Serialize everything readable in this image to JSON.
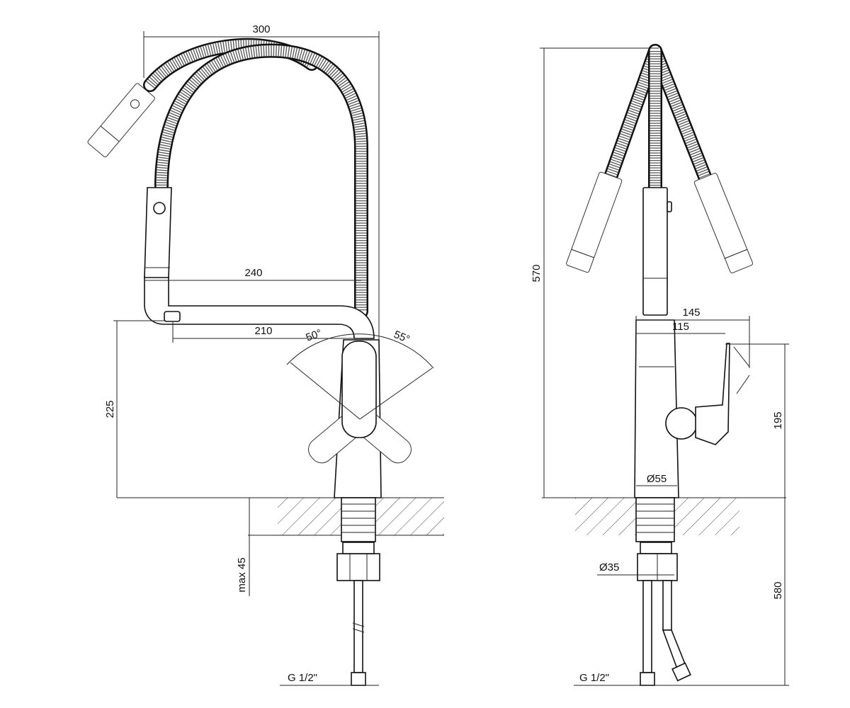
{
  "front_view": {
    "dimensions": {
      "total_width": "300",
      "spout_reach": "240",
      "aerator_offset": "210",
      "spout_height": "225",
      "max_worktop": "max 45",
      "connection": "G 1/2\""
    },
    "angles": {
      "left": "50°",
      "right": "55°"
    }
  },
  "side_view": {
    "dimensions": {
      "total_height": "570",
      "handle_reach": "145",
      "body_to_lever": "115",
      "lever_height": "195",
      "body_diameter": "Ø55",
      "thread_diameter": "Ø35",
      "hose_length": "580",
      "connection": "G 1/2\""
    }
  }
}
